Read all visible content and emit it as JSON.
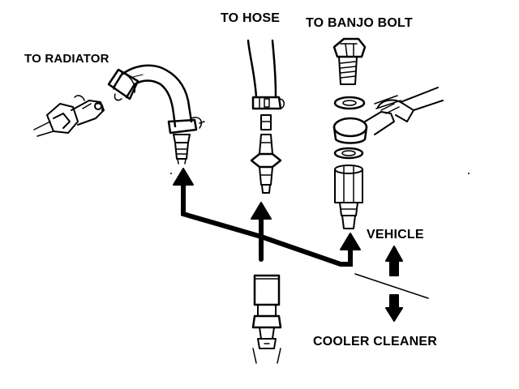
{
  "labels": {
    "to_radiator": "TO RADIATOR",
    "to_hose": "TO HOSE",
    "to_banjo_bolt": "TO BANJO BOLT",
    "vehicle": "VEHICLE",
    "cooler_cleaner": "COOLER CLEANER"
  },
  "colors": {
    "ink": "#000000",
    "background": "#ffffff"
  }
}
